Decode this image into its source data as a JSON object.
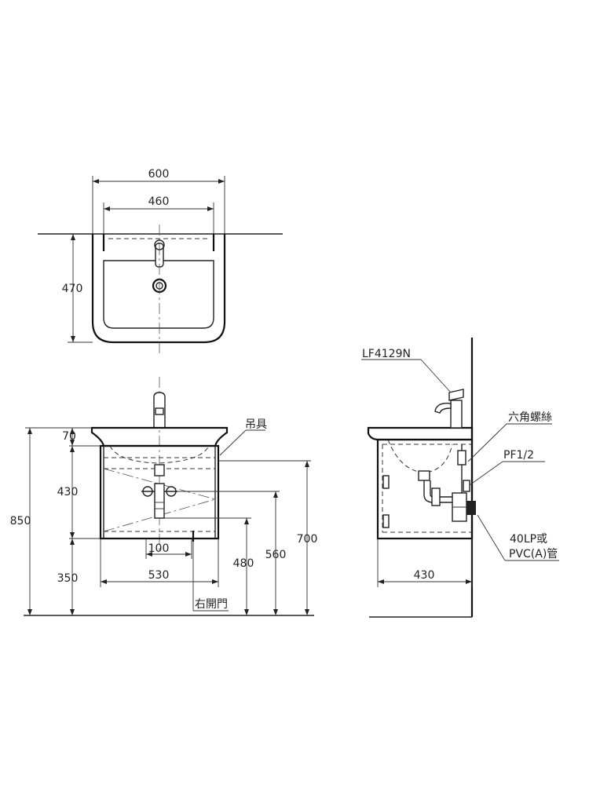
{
  "top_view": {
    "dim_overall_width": "600",
    "dim_basin_width": "460",
    "dim_depth": "470"
  },
  "front_view": {
    "dim_rim": "70",
    "dim_cabinet_height": "430",
    "dim_floor_clearance": "350",
    "dim_total_height": "850",
    "dim_drain_spacing": "100",
    "dim_cabinet_width": "530",
    "dim_drain_height": "480",
    "dim_supply_height": "560",
    "dim_mount_height": "700",
    "label_hanger": "吊具",
    "label_right_door": "右開門"
  },
  "side_view": {
    "label_faucet_model": "LF4129N",
    "label_hex_screw": "六角螺絲",
    "label_pf": "PF1/2",
    "label_drain_line1": "40LP或",
    "label_drain_line2": "PVC(A)管",
    "dim_cabinet_depth": "430"
  }
}
